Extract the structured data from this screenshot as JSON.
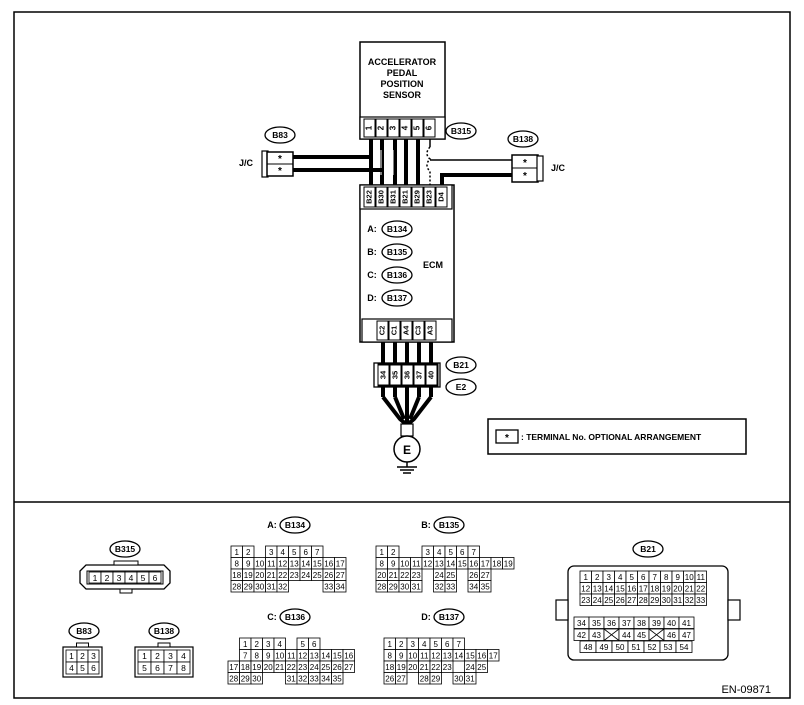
{
  "sensor": {
    "line1": "ACCELERATOR",
    "line2": "PEDAL",
    "line3": "POSITION",
    "line4": "SENSOR"
  },
  "sensor_pins": [
    "1",
    "2",
    "3",
    "4",
    "5",
    "6"
  ],
  "connectors": {
    "b315": "B315",
    "b83": "B83",
    "b138": "B138",
    "b21": "B21",
    "e2": "E2",
    "b134": "B134",
    "b135": "B135",
    "b136": "B136",
    "b137": "B137"
  },
  "jc": "J/C",
  "star": "*",
  "ecm_top_pins": [
    "B22",
    "B30",
    "B31",
    "B21",
    "B29",
    "B23",
    "D4"
  ],
  "ecm_bottom_pins": [
    "C2",
    "C1",
    "A4",
    "C3",
    "A3"
  ],
  "ecm": {
    "label": "ECM",
    "a": "A:",
    "b": "B:",
    "c": "C:",
    "d": "D:"
  },
  "b21_pins": [
    "34",
    "35",
    "36",
    "37",
    "40"
  ],
  "ground": "E",
  "legend": {
    "symbol": "*",
    "text": ": TERMINAL No. OPTIONAL ARRANGEMENT"
  },
  "bottom": {
    "a_label": "A:",
    "b_label": "B:",
    "c_label": "C:",
    "d_label": "D:",
    "b315_pins": [
      "1",
      "2",
      "3",
      "4",
      "5",
      "6"
    ],
    "b83_rows": [
      [
        "1",
        "2",
        "3"
      ],
      [
        "4",
        "5",
        "6"
      ]
    ],
    "b138_rows": [
      [
        "1",
        "2",
        "3",
        "4"
      ],
      [
        "5",
        "6",
        "7",
        "8"
      ]
    ],
    "b134_rows": [
      [
        "1",
        "2",
        "",
        "3",
        "4",
        "5",
        "6",
        "7"
      ],
      [
        "8",
        "9",
        "10",
        "11",
        "12",
        "13",
        "14",
        "15",
        "16",
        "17"
      ],
      [
        "18",
        "19",
        "20",
        "21",
        "22",
        "23",
        "24",
        "25",
        "26",
        "27"
      ],
      [
        "28",
        "29",
        "30",
        "31",
        "32",
        "",
        "",
        "",
        "33",
        "34"
      ]
    ],
    "b135_rows": [
      [
        "1",
        "2",
        "",
        "",
        "3",
        "4",
        "5",
        "6",
        "7"
      ],
      [
        "8",
        "9",
        "10",
        "11",
        "12",
        "13",
        "14",
        "15",
        "16",
        "17",
        "18",
        "19"
      ],
      [
        "20",
        "21",
        "22",
        "23",
        "",
        "24",
        "25",
        "",
        "26",
        "27"
      ],
      [
        "28",
        "29",
        "30",
        "31",
        "",
        "32",
        "33",
        "",
        "34",
        "35"
      ]
    ],
    "b136_rows": [
      [
        "1",
        "2",
        "3",
        "4",
        "",
        "5",
        "6"
      ],
      [
        "7",
        "8",
        "9",
        "10",
        "11",
        "12",
        "13",
        "14",
        "15",
        "16"
      ],
      [
        "17",
        "18",
        "19",
        "20",
        "21",
        "22",
        "23",
        "24",
        "25",
        "26",
        "27"
      ],
      [
        "28",
        "29",
        "30",
        "",
        "",
        "31",
        "32",
        "33",
        "34",
        "35"
      ]
    ],
    "b137_rows": [
      [
        "1",
        "2",
        "3",
        "4",
        "5",
        "6",
        "7"
      ],
      [
        "8",
        "9",
        "10",
        "11",
        "12",
        "13",
        "14",
        "15",
        "16",
        "17"
      ],
      [
        "18",
        "19",
        "20",
        "21",
        "22",
        "23",
        "",
        "24",
        "25"
      ],
      [
        "26",
        "27",
        "",
        "28",
        "29",
        "",
        "30",
        "31"
      ]
    ],
    "b21_rows": [
      [
        "1",
        "2",
        "3",
        "4",
        "5",
        "6",
        "7",
        "8",
        "9",
        "10",
        "11"
      ],
      [
        "12",
        "13",
        "14",
        "15",
        "16",
        "17",
        "18",
        "19",
        "20",
        "21",
        "22"
      ],
      [
        "23",
        "24",
        "25",
        "26",
        "27",
        "28",
        "29",
        "30",
        "31",
        "32",
        "33"
      ],
      [
        "34",
        "35",
        "36",
        "37",
        "38",
        "39",
        "40",
        "41"
      ],
      [
        "42",
        "43",
        "",
        "44",
        "45",
        "",
        "46",
        "47"
      ],
      [
        "48",
        "49",
        "50",
        "51",
        "52",
        "53",
        "54"
      ]
    ]
  },
  "figure_code": "EN-09871"
}
